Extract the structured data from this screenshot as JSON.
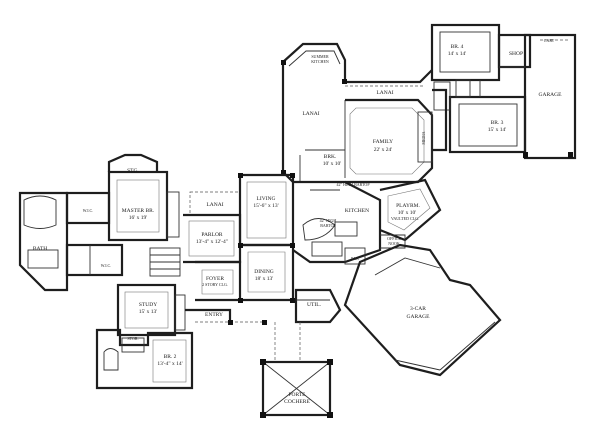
{
  "plan": {
    "rooms": {
      "br4": {
        "name": "BR. 4",
        "size": "14' x 14'"
      },
      "shop": {
        "name": "SHOP"
      },
      "cart": {
        "name": "CART"
      },
      "garage": {
        "name": "GARAGE"
      },
      "br3": {
        "name": "BR. 3",
        "size": "15' x 14'"
      },
      "summer_kitchen": {
        "name": "SUMMER",
        "name2": "KITCHEN"
      },
      "lanai_upper": {
        "name": "LANAI"
      },
      "lanai_left": {
        "name": "LANAI"
      },
      "family": {
        "name": "FAMILY",
        "size": "22' x 24'"
      },
      "media": {
        "name": "MEDIA"
      },
      "brk": {
        "name": "BRK.",
        "size": "10' x 10'"
      },
      "stg": {
        "name": "STG."
      },
      "master": {
        "name": "MASTER BR.",
        "size": "16' x 19'"
      },
      "wic1": {
        "name": "W.I.C."
      },
      "wic2": {
        "name": "W.I.C."
      },
      "bath": {
        "name": "BATH"
      },
      "lanai_mid": {
        "name": "LANAI"
      },
      "living": {
        "name": "LIVING",
        "size": "15'-6\" x 13'"
      },
      "bartop1": {
        "name": "42\" HIGH BARTOP"
      },
      "kitchen": {
        "name": "KITCHEN"
      },
      "bartop2": {
        "name": "42\" HIGH",
        "name2": "BARTOP"
      },
      "pan": {
        "name": "PAN"
      },
      "playrm": {
        "name": "PLAYRM.",
        "size": "10' x 10'",
        "note": "VAULTED CLG."
      },
      "office_nook": {
        "name": "OFFICE",
        "name2": "NOOK"
      },
      "parlor": {
        "name": "PARLOR",
        "size": "13'-4\" x 12'-4\""
      },
      "foyer": {
        "name": "FOYER",
        "note": "2 STORY CLG."
      },
      "dining": {
        "name": "DINING",
        "size": "18' x 13'"
      },
      "util": {
        "name": "UTIL."
      },
      "garage3": {
        "name": "3-CAR",
        "name2": "GARAGE"
      },
      "study": {
        "name": "STUDY",
        "size": "15' x 13'"
      },
      "entry": {
        "name": "ENTRY"
      },
      "br2": {
        "name": "BR. 2",
        "size": "13'-4\" x 14'"
      },
      "stor": {
        "name": "STOR."
      },
      "porte": {
        "name": "PORTE",
        "name2": "COCHERE"
      }
    }
  }
}
